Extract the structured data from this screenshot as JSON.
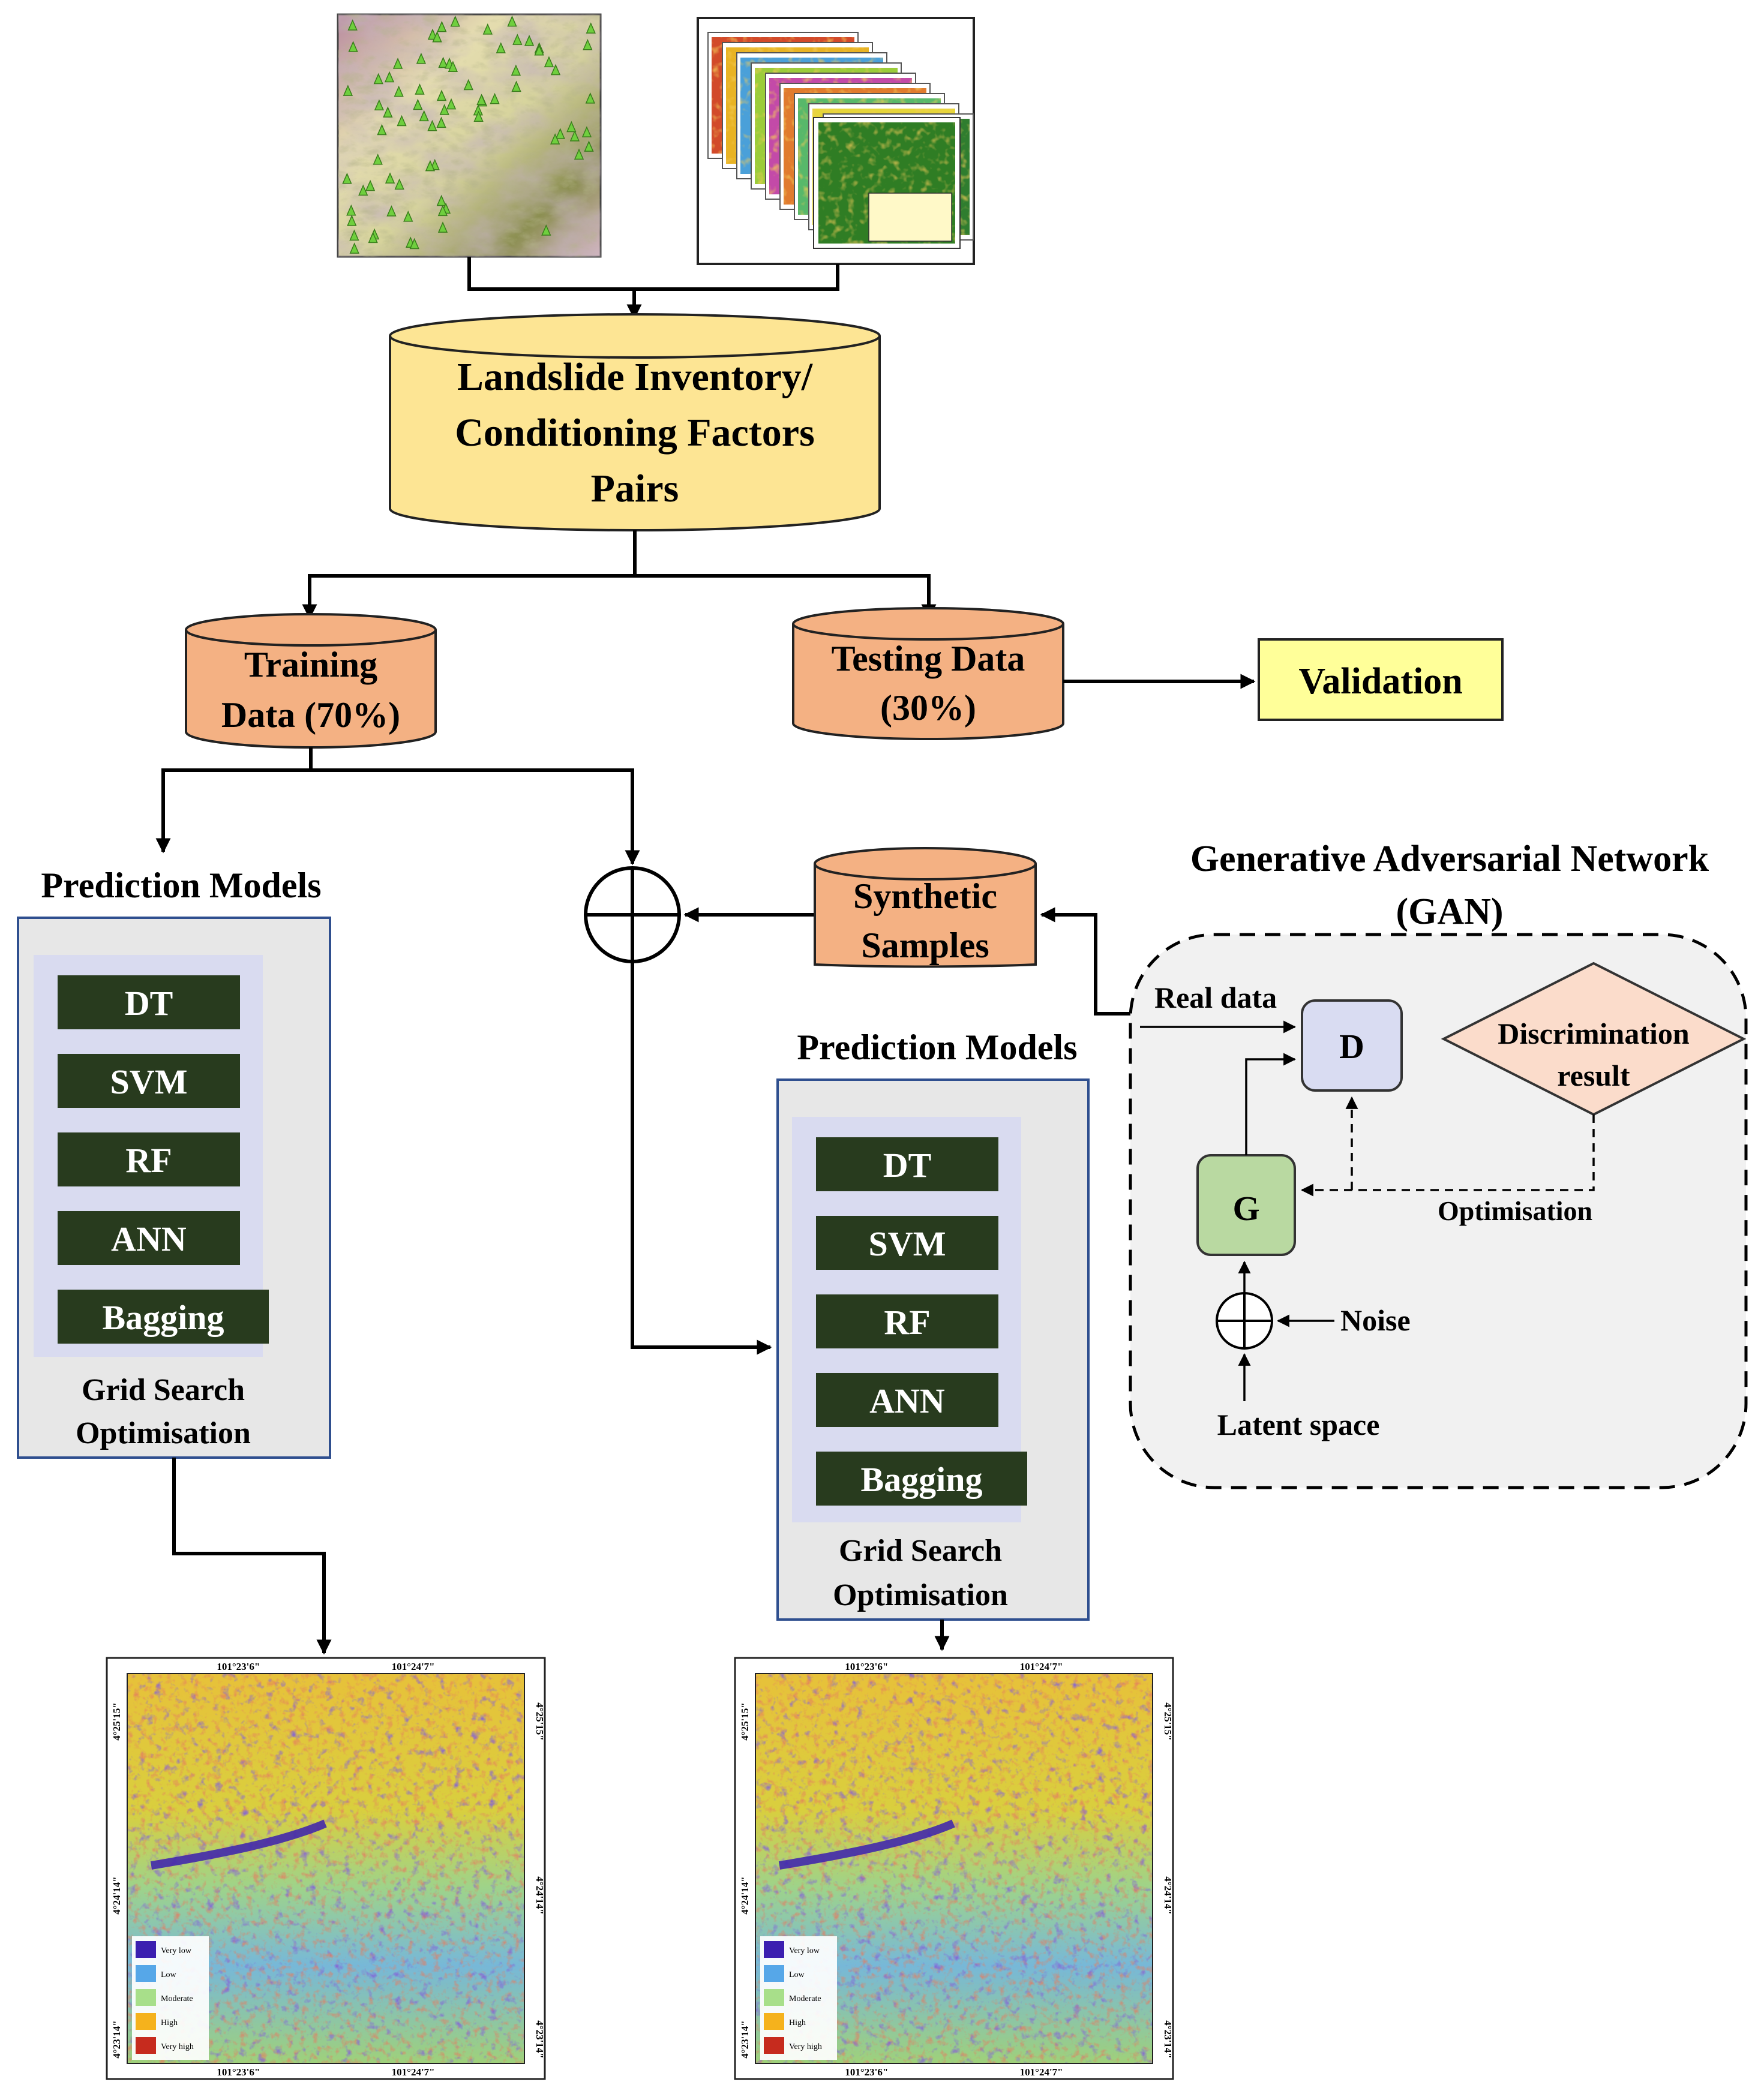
{
  "inventory": {
    "line1": "Landslide Inventory/",
    "line2": "Conditioning Factors",
    "line3": "Pairs"
  },
  "training": {
    "line1": "Training",
    "line2": "Data (70%)"
  },
  "testing": {
    "line1": "Testing Data",
    "line2": "(30%)"
  },
  "validation": "Validation",
  "synthetic": {
    "line1": "Synthetic",
    "line2": "Samples"
  },
  "gan": {
    "title_line1": "Generative Adversarial Network",
    "title_line2": "(GAN)",
    "real_data": "Real data",
    "discriminator": "D",
    "generator": "G",
    "result_line1": "Discrimination",
    "result_line2": "result",
    "optimisation": "Optimisation",
    "noise": "Noise",
    "latent": "Latent space"
  },
  "left_panel": {
    "title": "Prediction Models",
    "models": [
      "DT",
      "SVM",
      "RF",
      "ANN",
      "Bagging"
    ],
    "footer_line1": "Grid Search",
    "footer_line2": "Optimisation"
  },
  "right_panel": {
    "title": "Prediction Models",
    "models": [
      "DT",
      "SVM",
      "RF",
      "ANN",
      "Bagging"
    ],
    "footer_line1": "Grid Search",
    "footer_line2": "Optimisation"
  },
  "maps": {
    "top_ticks": [
      "101°23'6\"",
      "101°24'7\""
    ],
    "bottom_ticks": [
      "101°23'6\"",
      "101°24'7\""
    ],
    "side_ticks": [
      "4°25'15\"",
      "4°24'14\"",
      "4°23'14\""
    ],
    "legend": [
      "Very low",
      "Low",
      "Moderate",
      "High",
      "Very high"
    ]
  },
  "colors": {
    "cylinder_yellow": "#fde594",
    "cylinder_orange": "#f4b183",
    "validation_box": "#ffff99",
    "model_button": "#283b1e",
    "panel_bg": "#e7e7e7",
    "panel_inner": "#d9dbf0",
    "panel_border": "#2f4f8f",
    "disc_box": "#d9dcf2",
    "gen_box": "#b9d9a1",
    "result_diamond": "#fbdccb",
    "map_very_low": "#3b1fb0",
    "map_low": "#56a7e8",
    "map_moderate": "#a8df8a",
    "map_high": "#f5b21c",
    "map_very_high": "#c62b1e"
  }
}
